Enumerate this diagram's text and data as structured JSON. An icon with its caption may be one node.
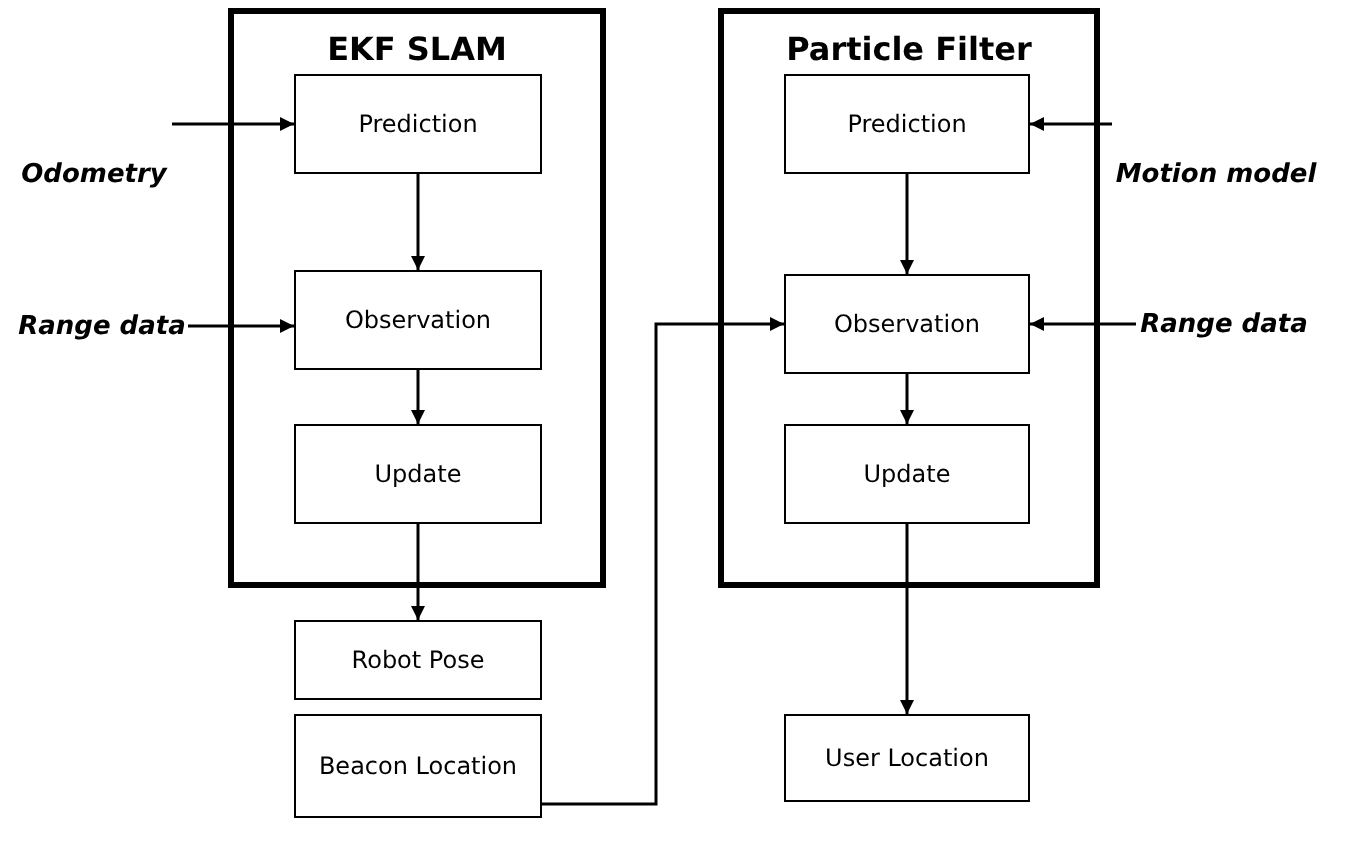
{
  "diagram": {
    "nodes": [
      {
        "text": [
          "EKF SLAM"
        ]
      },
      {
        "text": [
          "Odometry"
        ]
      },
      {
        "text": [
          "Prediction"
        ],
        "in": 0
      },
      {
        "text": [
          "Range data"
        ]
      },
      {
        "text": [
          "Observation"
        ],
        "in": 0
      },
      {
        "text": [
          "Update"
        ],
        "in": 0
      },
      {
        "text": [
          "Particle Filter"
        ]
      },
      {
        "text": [
          "Prediction"
        ],
        "in": 6
      },
      {
        "text": [
          "Motion model"
        ]
      },
      {
        "text": [
          "Observation"
        ],
        "in": 6
      },
      {
        "text": [
          "Range data"
        ]
      },
      {
        "text": [
          "Update"
        ],
        "in": 6
      },
      {
        "text": [
          "Robot Pose"
        ]
      },
      {
        "text": [
          "Beacon Location"
        ]
      },
      {
        "text": [
          "User Location"
        ]
      }
    ],
    "edges": [
      {
        "from": 1,
        "to": 2,
        "arrow": "to"
      },
      {
        "from": 2,
        "to": 4,
        "arrow": "to"
      },
      {
        "from": 3,
        "to": 4,
        "arrow": "to"
      },
      {
        "from": 4,
        "to": 5,
        "arrow": "to"
      },
      {
        "from": 5,
        "to": 12,
        "arrow": "to"
      },
      {
        "from": 8,
        "to": 7,
        "arrow": "to"
      },
      {
        "from": 7,
        "to": 9,
        "arrow": "to"
      },
      {
        "from": 10,
        "to": 9,
        "arrow": "to"
      },
      {
        "from": 9,
        "to": 11,
        "arrow": "to"
      },
      {
        "from": 11,
        "to": 14,
        "arrow": "to"
      },
      {
        "from": 13,
        "to": 9,
        "arrow": "to"
      }
    ]
  }
}
